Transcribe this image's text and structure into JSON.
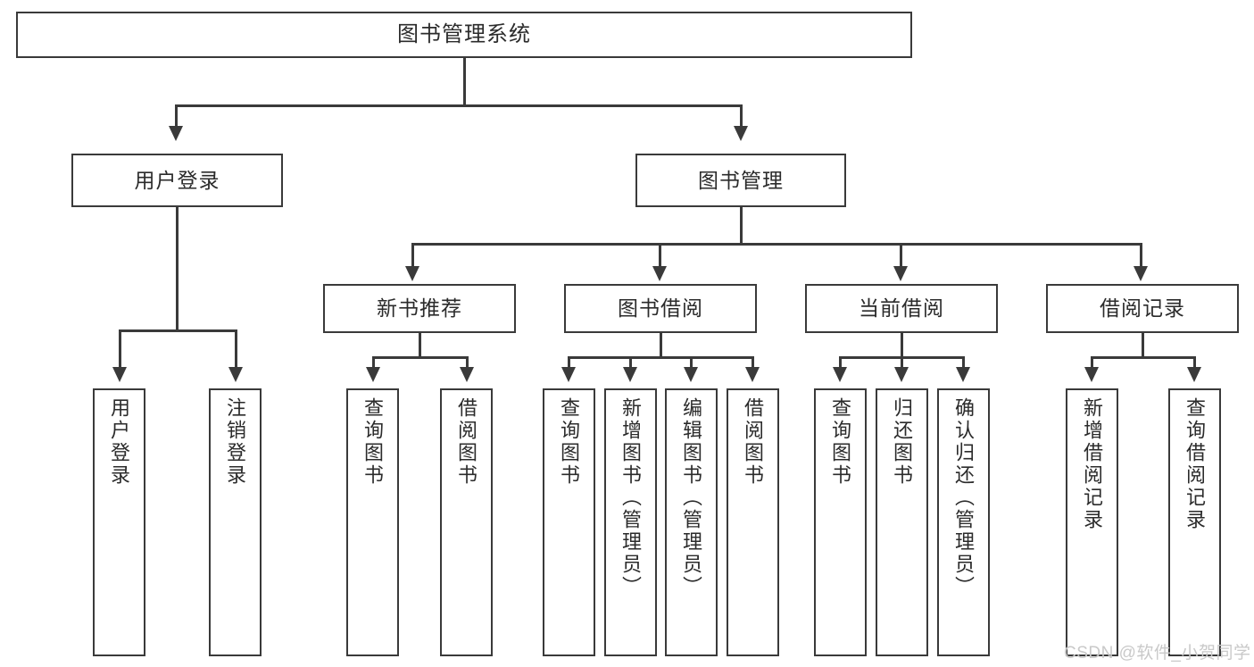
{
  "diagram": {
    "title": "图书管理系统",
    "type": "tree-hierarchy",
    "root": {
      "label": "图书管理系统"
    },
    "level2": [
      {
        "label": "用户登录"
      },
      {
        "label": "图书管理"
      }
    ],
    "level3": [
      {
        "label": "新书推荐"
      },
      {
        "label": "图书借阅"
      },
      {
        "label": "当前借阅"
      },
      {
        "label": "借阅记录"
      }
    ],
    "leaves": [
      {
        "label": "用户登录",
        "parent": "用户登录"
      },
      {
        "label": "注销登录",
        "parent": "用户登录"
      },
      {
        "label": "查询图书",
        "parent": "新书推荐"
      },
      {
        "label": "借阅图书",
        "parent": "新书推荐"
      },
      {
        "label": "查询图书",
        "parent": "图书借阅"
      },
      {
        "label": "新增图书（管理员）",
        "parent": "图书借阅"
      },
      {
        "label": "编辑图书（管理员）",
        "parent": "图书借阅"
      },
      {
        "label": "借阅图书",
        "parent": "图书借阅"
      },
      {
        "label": "查询图书",
        "parent": "当前借阅"
      },
      {
        "label": "归还图书",
        "parent": "当前借阅"
      },
      {
        "label": "确认归还（管理员）",
        "parent": "当前借阅"
      },
      {
        "label": "新增借阅记录",
        "parent": "借阅记录"
      },
      {
        "label": "查询借阅记录",
        "parent": "借阅记录"
      }
    ]
  },
  "watermark": {
    "text": "CSDN @软件_小贺同学"
  },
  "colors": {
    "stroke": "#3a3a3a",
    "text": "#2b2b2b",
    "background": "#ffffff",
    "watermark": "#c9c9c9"
  }
}
